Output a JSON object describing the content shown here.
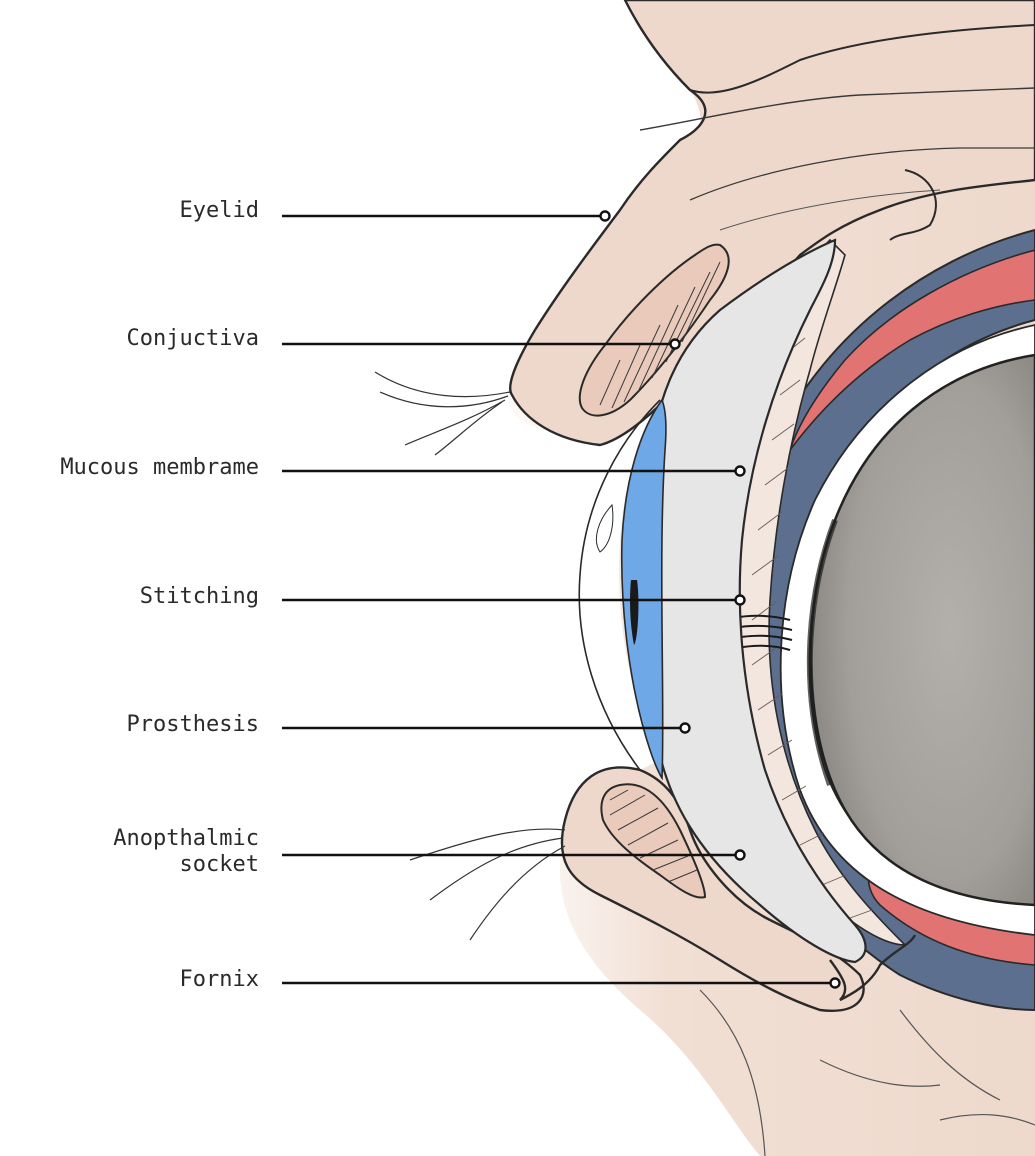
{
  "labels": {
    "eyelid": "Eyelid",
    "conjuctiva": "Conjuctiva",
    "mucous": "Mucous membrame",
    "stitching": "Stitching",
    "prosthesis": "Prosthesis",
    "socket": "Anopthalmic\nsocket",
    "fornix": "Fornix"
  },
  "colors": {
    "skin": "#f1dfd4",
    "skin_shadow": "#e9cfc1",
    "prosthesis": "#e6e6e6",
    "iris": "#6ea8e6",
    "muscle": "#e27373",
    "sclera_band": "#5d6f8e",
    "globe": "#a8a49f",
    "line": "#1f1f1f"
  }
}
